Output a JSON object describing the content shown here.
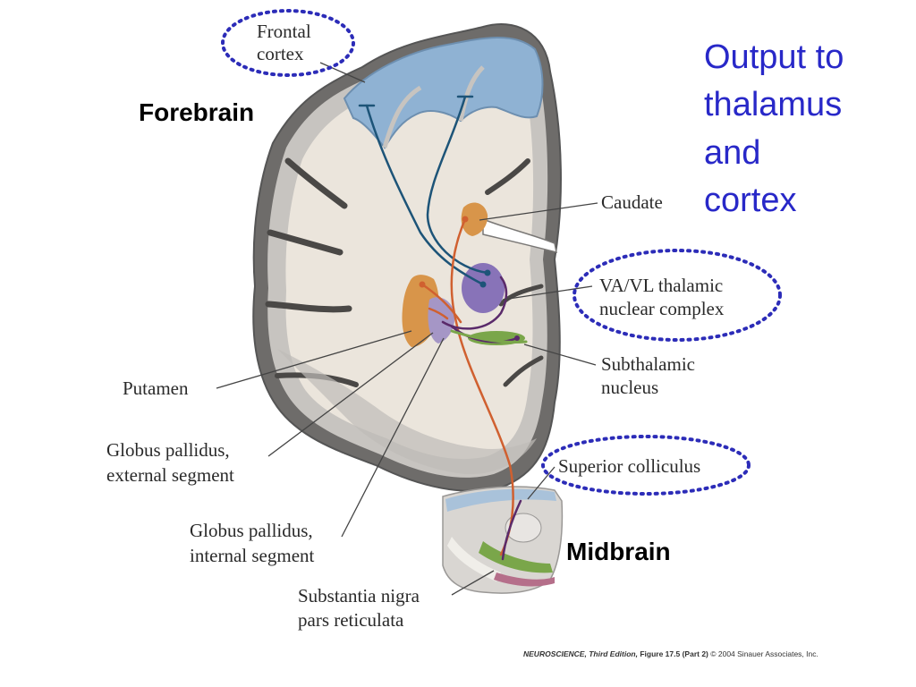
{
  "labels": {
    "frontal_cortex": [
      "Frontal",
      "cortex"
    ],
    "forebrain": "Forebrain",
    "midbrain": "Midbrain",
    "caudate": "Caudate",
    "thalamic": [
      "VA/VL thalamic",
      "nuclear complex"
    ],
    "subthalamic": [
      "Subthalamic",
      "nucleus"
    ],
    "putamen": "Putamen",
    "gp_external": [
      "Globus pallidus,",
      "external segment"
    ],
    "gp_internal": [
      "Globus pallidus,",
      "internal segment"
    ],
    "superior_colliculus": "Superior colliculus",
    "substantia_nigra": [
      "Substantia nigra",
      "pars reticulata"
    ],
    "output_note": [
      "Output to",
      "thalamus",
      "and",
      "cortex"
    ]
  },
  "credit": {
    "book": "NEUROSCIENCE, Third Edition,",
    "figure": " Figure 17.5 (Part 2)",
    "copyright": " © 2004 Sinauer Associates, Inc."
  },
  "colors": {
    "tissue": "#e9e3da",
    "sulcus": "#8c8a87",
    "cortex_blue": "#8fb2d3",
    "caudate_orange": "#d8954a",
    "thalamus_purple": "#8873b8",
    "subthalamic_green": "#7aa64a",
    "pathway_orange": "#d06030",
    "pathway_blue": "#1d5478",
    "pathway_purple": "#5a2a6a",
    "dotted_ellipse": "#2c2cb8"
  }
}
